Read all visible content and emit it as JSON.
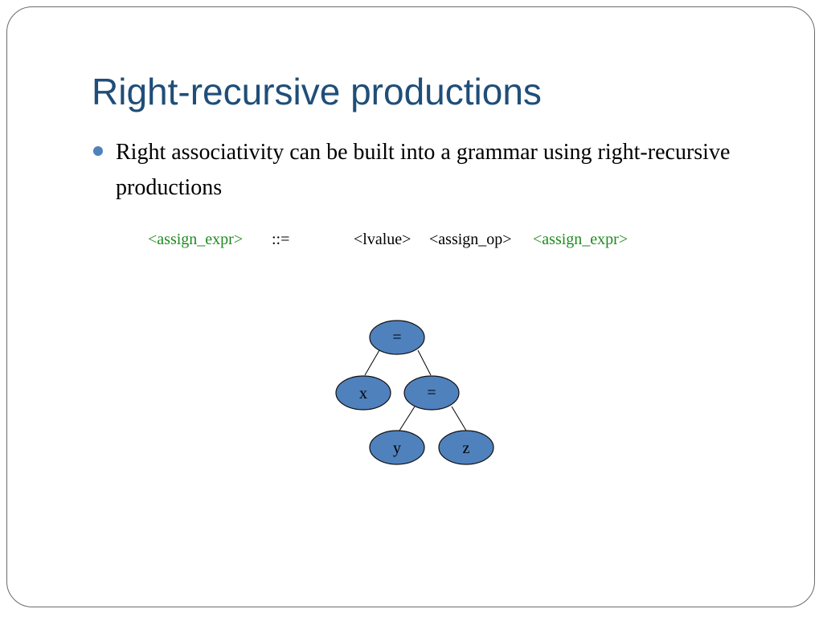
{
  "slide": {
    "title": "Right-recursive productions",
    "bullets": [
      "Right associativity can be built into a grammar using right-recursive productions"
    ],
    "production": {
      "lhs": "<assign_expr>",
      "op": "::=",
      "rhs_lvalue": "<lvalue>",
      "rhs_assign_op": "<assign_op>",
      "rhs_recursive": "<assign_expr>"
    },
    "tree": {
      "root_label": "=",
      "left_child_label": "x",
      "right_child_label": "=",
      "right_left_child_label": "y",
      "right_right_child_label": "z"
    },
    "colors": {
      "title": "#1f4e79",
      "bullet": "#4f81bd",
      "nonterminal_highlight": "#1e8a1e",
      "node_fill": "#4f81bd"
    }
  }
}
